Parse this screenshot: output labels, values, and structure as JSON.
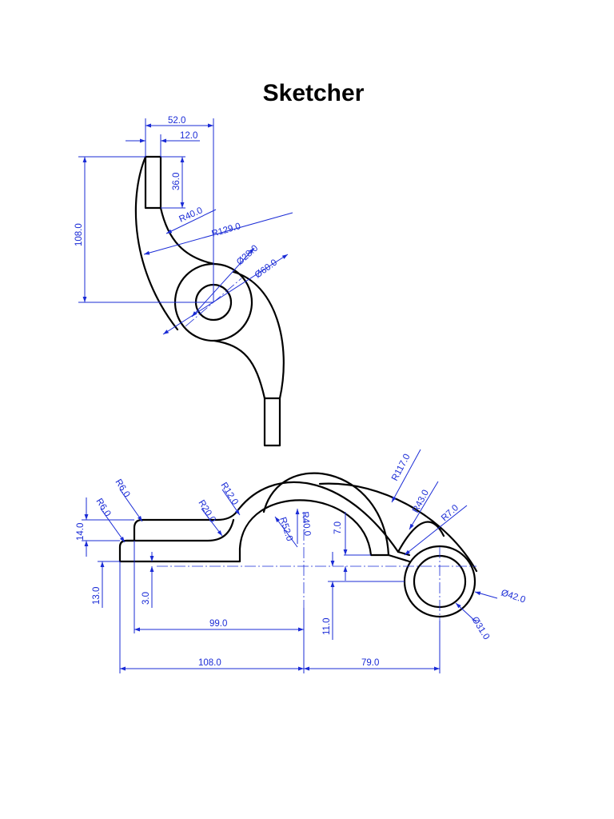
{
  "title": "Sketcher",
  "colors": {
    "part_lines": "#000000",
    "dimensions": "#1a2bd6",
    "background": "#ffffff"
  },
  "top_view": {
    "dims": {
      "d52": "52.0",
      "d12": "12.0",
      "d36": "36.0",
      "d108": "108.0",
      "r40": "R40.0",
      "r129": "R129.0",
      "dia28": "Ø28.0",
      "dia60": "Ø60.0"
    }
  },
  "front_view": {
    "dims": {
      "r6a": "R6.0",
      "r6b": "R6.0",
      "r12": "R12.0",
      "r20": "R20.0",
      "r117": "R117.0",
      "r43": "R43.0",
      "r7": "R7.0",
      "r52": "R52.0",
      "r40": "R40.0",
      "d7": "7.0",
      "d14": "14.0",
      "d13": "13.0",
      "d3": "3.0",
      "d11": "11.0",
      "d99": "99.0",
      "d108": "108.0",
      "d79": "79.0",
      "dia42": "Ø42.0",
      "dia31": "Ø31.0"
    }
  }
}
